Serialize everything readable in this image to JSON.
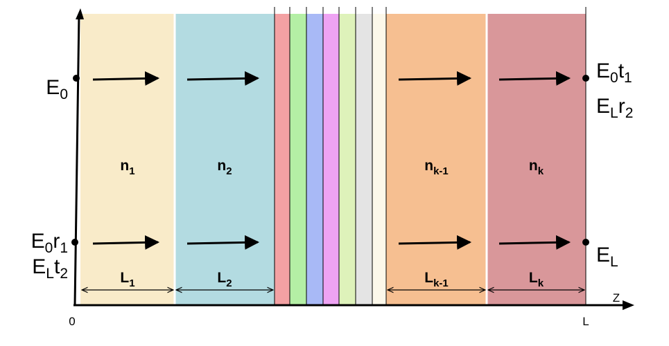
{
  "axis": {
    "origin_label": "0",
    "end_label": "L",
    "z_label": "Z"
  },
  "layers": [
    {
      "index_label": "n",
      "index_sub": "1",
      "length_label": "L",
      "length_sub": "1",
      "color": "#f9ebc9"
    },
    {
      "index_label": "n",
      "index_sub": "2",
      "length_label": "L",
      "length_sub": "2",
      "color": "#b3dbe1"
    },
    {
      "index_label": "",
      "index_sub": "",
      "length_label": "",
      "length_sub": "",
      "color": "#f3a1a3"
    },
    {
      "index_label": "",
      "index_sub": "",
      "length_label": "",
      "length_sub": "",
      "color": "#b4efa5"
    },
    {
      "index_label": "",
      "index_sub": "",
      "length_label": "",
      "length_sub": "",
      "color": "#a8b9f6"
    },
    {
      "index_label": "",
      "index_sub": "",
      "length_label": "",
      "length_sub": "",
      "color": "#eea3f3"
    },
    {
      "index_label": "",
      "index_sub": "",
      "length_label": "",
      "length_sub": "",
      "color": "#def2ba"
    },
    {
      "index_label": "",
      "index_sub": "",
      "length_label": "",
      "length_sub": "",
      "color": "#e4e4e4"
    },
    {
      "index_label": "",
      "index_sub": "",
      "length_label": "",
      "length_sub": "",
      "color": "#fcf8ea"
    },
    {
      "index_label": "n",
      "index_sub": "k-1",
      "length_label": "L",
      "length_sub": "k-1",
      "color": "#f6bf91"
    },
    {
      "index_label": "n",
      "index_sub": "k",
      "length_label": "L",
      "length_sub": "k",
      "color": "#d9979a"
    }
  ],
  "fields": {
    "left_top": {
      "base": "E",
      "sub": "0"
    },
    "left_bottom_1": {
      "base": "E",
      "sub": "0",
      "base2": "r",
      "sub2": "1"
    },
    "left_bottom_2": {
      "base": "E",
      "sub": "L",
      "base2": "t",
      "sub2": "2"
    },
    "right_top_1": {
      "base": "E",
      "sub": "0",
      "base2": "t",
      "sub2": "1"
    },
    "right_top_2": {
      "base": "E",
      "sub": "L",
      "base2": "r",
      "sub2": "2"
    },
    "right_bottom": {
      "base": "E",
      "sub": "L"
    }
  }
}
